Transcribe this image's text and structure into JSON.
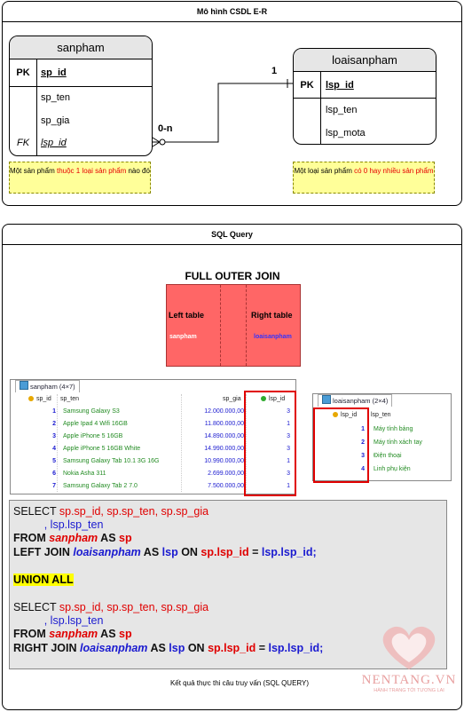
{
  "er_panel": {
    "title": "Mô hình CSDL E-R",
    "sanpham": {
      "name": "sanpham",
      "pk_label": "PK",
      "pk_field": "sp_id",
      "fields": [
        "sp_ten",
        "sp_gia"
      ],
      "fk_label": "FK",
      "fk_field": "lsp_id"
    },
    "loaisanpham": {
      "name": "loaisanpham",
      "pk_label": "PK",
      "pk_field": "lsp_id",
      "fields": [
        "lsp_ten",
        "lsp_mota"
      ]
    },
    "cardinality_many": "0-n",
    "cardinality_one": "1",
    "note_left": {
      "before": "Một sản phẩm ",
      "highlight": "thuộc 1 loại sản phẩm",
      "after": " nào đó"
    },
    "note_right": {
      "before": "Một loại sản phẩm ",
      "highlight": "có 0 hay nhiều sản phẩm",
      "after": ""
    }
  },
  "sql_panel": {
    "title": "SQL Query",
    "join_title": "FULL OUTER JOIN",
    "left_label": "Left table",
    "right_label": "Right table",
    "left_table": "sanpham",
    "right_table": "loaisanpham",
    "join_colors": {
      "fill": "#ff6666",
      "left_text": "#ffffff",
      "right_text": "#3333ff"
    }
  },
  "grid_sanpham": {
    "tab": "sanpham (4×7)",
    "headers": [
      "sp_id",
      "sp_ten",
      "sp_gia",
      "lsp_id"
    ],
    "rows": [
      [
        "1",
        "Samsung Galaxy S3",
        "12.000.000,00",
        "3"
      ],
      [
        "2",
        "Apple Ipad 4 Wifi 16GB",
        "11.800.000,00",
        "1"
      ],
      [
        "3",
        "Apple iPhone 5 16GB",
        "14.890.000,00",
        "3"
      ],
      [
        "4",
        "Apple iPhone 5 16GB White",
        "14.990.000,00",
        "3"
      ],
      [
        "5",
        "Samsung Galaxy Tab 10.1 3G 16G",
        "10.990.000,00",
        "1"
      ],
      [
        "6",
        "Nokia Asha 311",
        "2.699.000,00",
        "3"
      ],
      [
        "7",
        "Samsung Galaxy Tab 2 7.0",
        "7.500.000,00",
        "1"
      ]
    ]
  },
  "grid_loaisanpham": {
    "tab": "loaisanpham (2×4)",
    "headers": [
      "lsp_id",
      "lsp_ten"
    ],
    "rows": [
      [
        "1",
        "Máy tính bảng"
      ],
      [
        "2",
        "Máy tính xách tay"
      ],
      [
        "3",
        "Điện thoại"
      ],
      [
        "4",
        "Linh phụ kiện"
      ]
    ]
  },
  "sql": {
    "select_kw": "SELECT",
    "select_cols": " sp.sp_id, sp.sp_ten, sp.sp_gia",
    "select_cols2": "          , lsp.lsp_ten",
    "from_kw": "FROM ",
    "from_table": "sanpham",
    "as_kw": " AS ",
    "from_alias": "sp",
    "left_join_kw": "LEFT JOIN ",
    "right_join_kw": "RIGHT JOIN ",
    "join_table": "loaisanpham",
    "join_alias": "lsp",
    "on_kw": " ON ",
    "cond_left": "sp.lsp_id",
    "eq": " = ",
    "cond_right": "lsp.lsp_id;",
    "union": "UNION ALL"
  },
  "caption": "Kết quả thực thi câu truy vấn (SQL QUERY)",
  "watermark": {
    "brand": "NENTANG.VN",
    "tagline": "HÀNH TRANG TỚI TƯƠNG LAI",
    "color": "#e8a0a0"
  }
}
